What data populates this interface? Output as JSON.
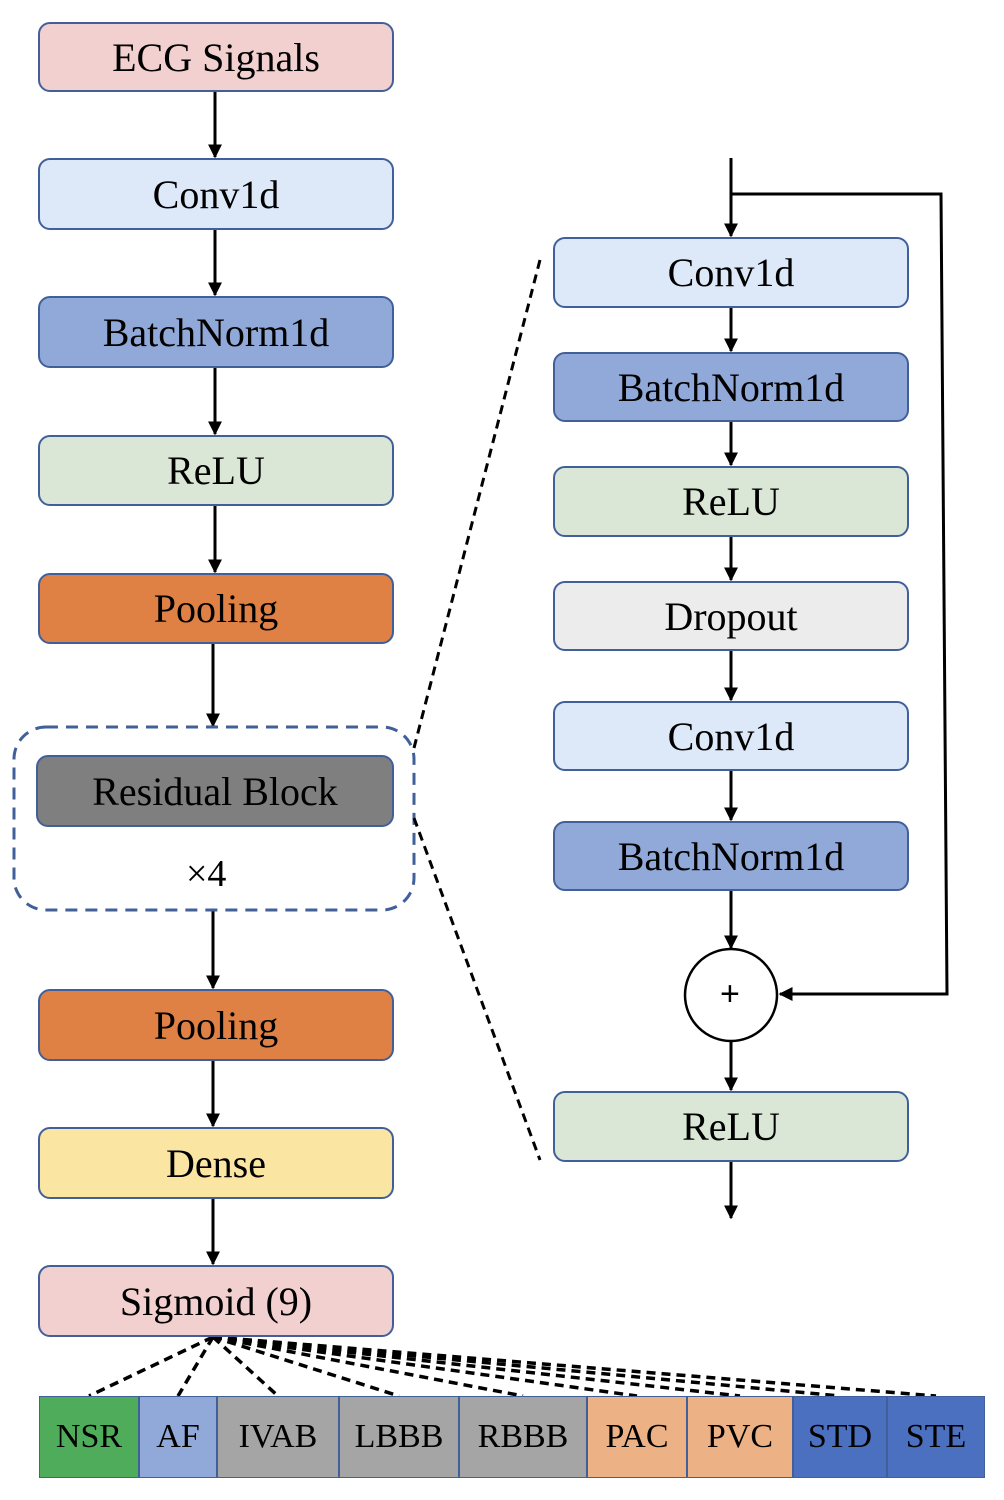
{
  "main_pipeline": {
    "nodes": [
      {
        "label": "ECG Signals",
        "color": "#f2d0cf"
      },
      {
        "label": "Conv1d",
        "color": "#dde8f8"
      },
      {
        "label": "BatchNorm1d",
        "color": "#91a9d8"
      },
      {
        "label": "ReLU",
        "color": "#dae7d6"
      },
      {
        "label": "Pooling",
        "color": "#df8145"
      },
      {
        "label": "Residual Block",
        "color": "#7f7f7f"
      },
      {
        "label": "Pooling",
        "color": "#df8145"
      },
      {
        "label": "Dense",
        "color": "#fae5a2"
      },
      {
        "label": "Sigmoid (9)",
        "color": "#f2d0cf"
      }
    ],
    "repeat_label": "×4"
  },
  "residual_block": {
    "nodes": [
      {
        "label": "Conv1d",
        "color": "#dde8f8"
      },
      {
        "label": "BatchNorm1d",
        "color": "#91a9d8"
      },
      {
        "label": "ReLU",
        "color": "#dae7d6"
      },
      {
        "label": "Dropout",
        "color": "#ececec"
      },
      {
        "label": "Conv1d",
        "color": "#dde8f8"
      },
      {
        "label": "BatchNorm1d",
        "color": "#91a9d8"
      },
      {
        "label": "ReLU",
        "color": "#dae7d6"
      }
    ],
    "add_symbol": "+"
  },
  "output_classes": [
    {
      "label": "NSR",
      "color": "#4fac5b"
    },
    {
      "label": "AF",
      "color": "#91a9d8"
    },
    {
      "label": "IVAB",
      "color": "#a5a5a5"
    },
    {
      "label": "LBBB",
      "color": "#a5a5a5"
    },
    {
      "label": "RBBB",
      "color": "#a5a5a5"
    },
    {
      "label": "PAC",
      "color": "#ecb185"
    },
    {
      "label": "PVC",
      "color": "#ecb185"
    },
    {
      "label": "STD",
      "color": "#4b70c0"
    },
    {
      "label": "STE",
      "color": "#4b70c0"
    }
  ],
  "colors": {
    "border": "#41609a",
    "arrow": "#000000",
    "dashed_group": "#41609a"
  }
}
